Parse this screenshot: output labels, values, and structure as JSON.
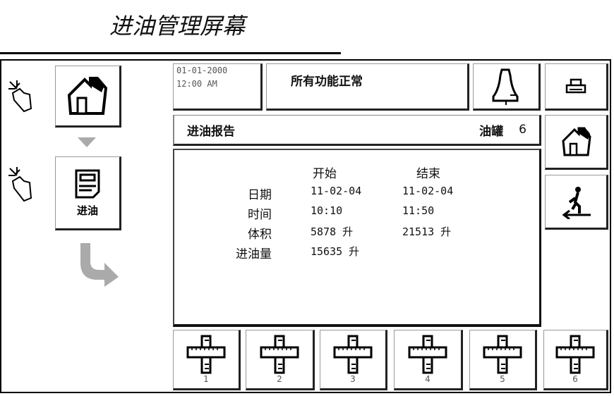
{
  "title": "进油管理屏幕",
  "status_bar": {
    "date": "01-01-2000",
    "time": "12:00 AM",
    "message": "所有功能正常"
  },
  "header": {
    "title": "进油报告",
    "tank_label": "油罐",
    "tank_number": "6"
  },
  "left_panel": {
    "fuel_button_label": "进油"
  },
  "report": {
    "col_start": "开始",
    "col_end": "结束",
    "rows": [
      {
        "label": "日期",
        "start": "11-02-04",
        "end": "11-02-04"
      },
      {
        "label": "时间",
        "start": "10:10",
        "end": "11:50"
      },
      {
        "label": "体积",
        "start": "5878 升",
        "end": "21513 升"
      },
      {
        "label": "进油量",
        "start": "15635 升",
        "end": ""
      }
    ]
  },
  "tanks": [
    "1",
    "2",
    "3",
    "4",
    "5",
    "6"
  ]
}
